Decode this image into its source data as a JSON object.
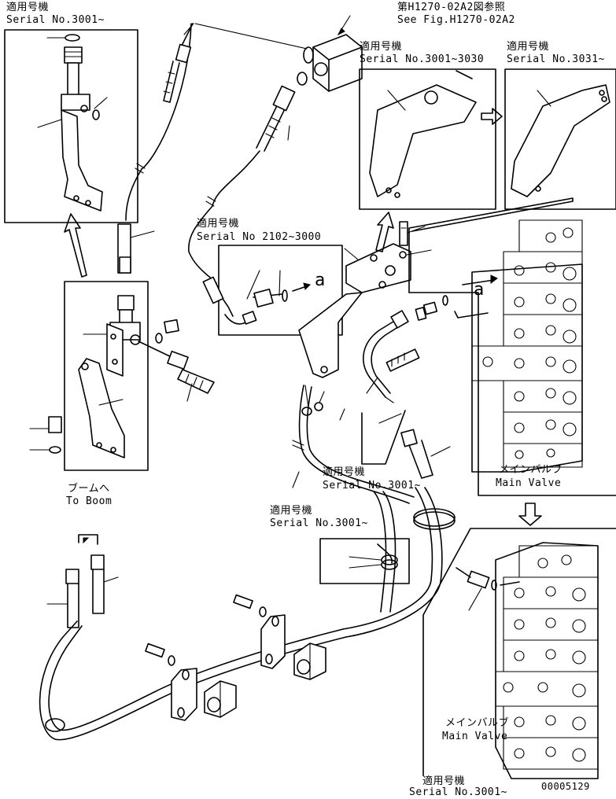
{
  "labels": {
    "ref_jp": "第H1270-02A2図参照",
    "ref_en": "See Fig.H1270-02A2",
    "box1_jp": "適用号機",
    "box1_serial": "Serial No.3001~",
    "box2_jp": "適用号機",
    "box2_serial": "Serial No.3001~3030",
    "box3_jp": "適用号機",
    "box3_serial": "Serial No.3031~",
    "box4_jp": "適用号機",
    "box4_serial": "Serial No 2102~3000",
    "callout_a1": "a",
    "callout_a2": "a",
    "boom_jp": "ブームへ",
    "boom_en": "To Boom",
    "mv1_jp": "メインバルブ",
    "mv1_en": "Main Valve",
    "box5_jp": "適用号機",
    "box5_serial": "Serial No.3001~",
    "box6_jp": "適用号機",
    "box6_serial": "Serial No.3001~",
    "mv2_jp": "メインバルブ",
    "mv2_en": "Main Valve",
    "box7_jp": "適用号機",
    "box7_serial": "Serial No.3001~",
    "drawing_number": "00005129"
  }
}
